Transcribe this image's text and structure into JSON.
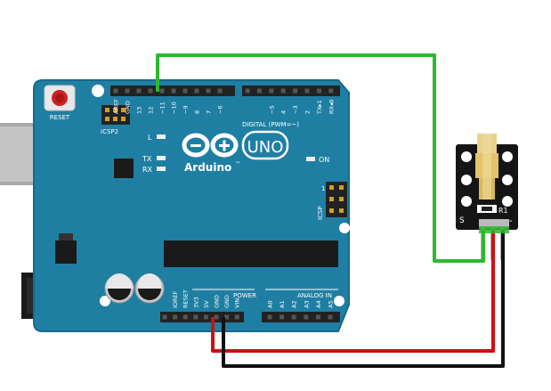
{
  "board": {
    "reset_label": "RESET",
    "icsp2_label": "ICSP2",
    "icsp_label": "ICSP",
    "led_l": "L",
    "led_tx": "TX",
    "led_rx": "RX",
    "led_on": "ON",
    "brand": "Arduino",
    "trademark": "™",
    "model": "UNO",
    "digital_label": "DIGITAL (PWM=~)",
    "power_label": "POWER",
    "analog_label": "ANALOG IN",
    "icsp_pin1": "1",
    "top_pins": [
      "AREF",
      "GND",
      "13",
      "12",
      "~11",
      "~10",
      "~9",
      "8",
      "7",
      "~6",
      "~5",
      "4",
      "~3",
      "2",
      "TX▸1",
      "RX◂0"
    ],
    "power_pins": [
      "IOREF",
      "RESET",
      "3V3",
      "5V",
      "GND",
      "GND",
      "VIN"
    ],
    "analog_pins": [
      "A0",
      "A1",
      "A2",
      "A3",
      "A4",
      "A5"
    ]
  },
  "module": {
    "s_label": "S",
    "r1_label": "R1",
    "minus_label": "-"
  },
  "colors": {
    "board": "#1f7fa3",
    "wire_signal": "#2db92d",
    "wire_power": "#cc1111",
    "wire_ground": "#111111"
  }
}
